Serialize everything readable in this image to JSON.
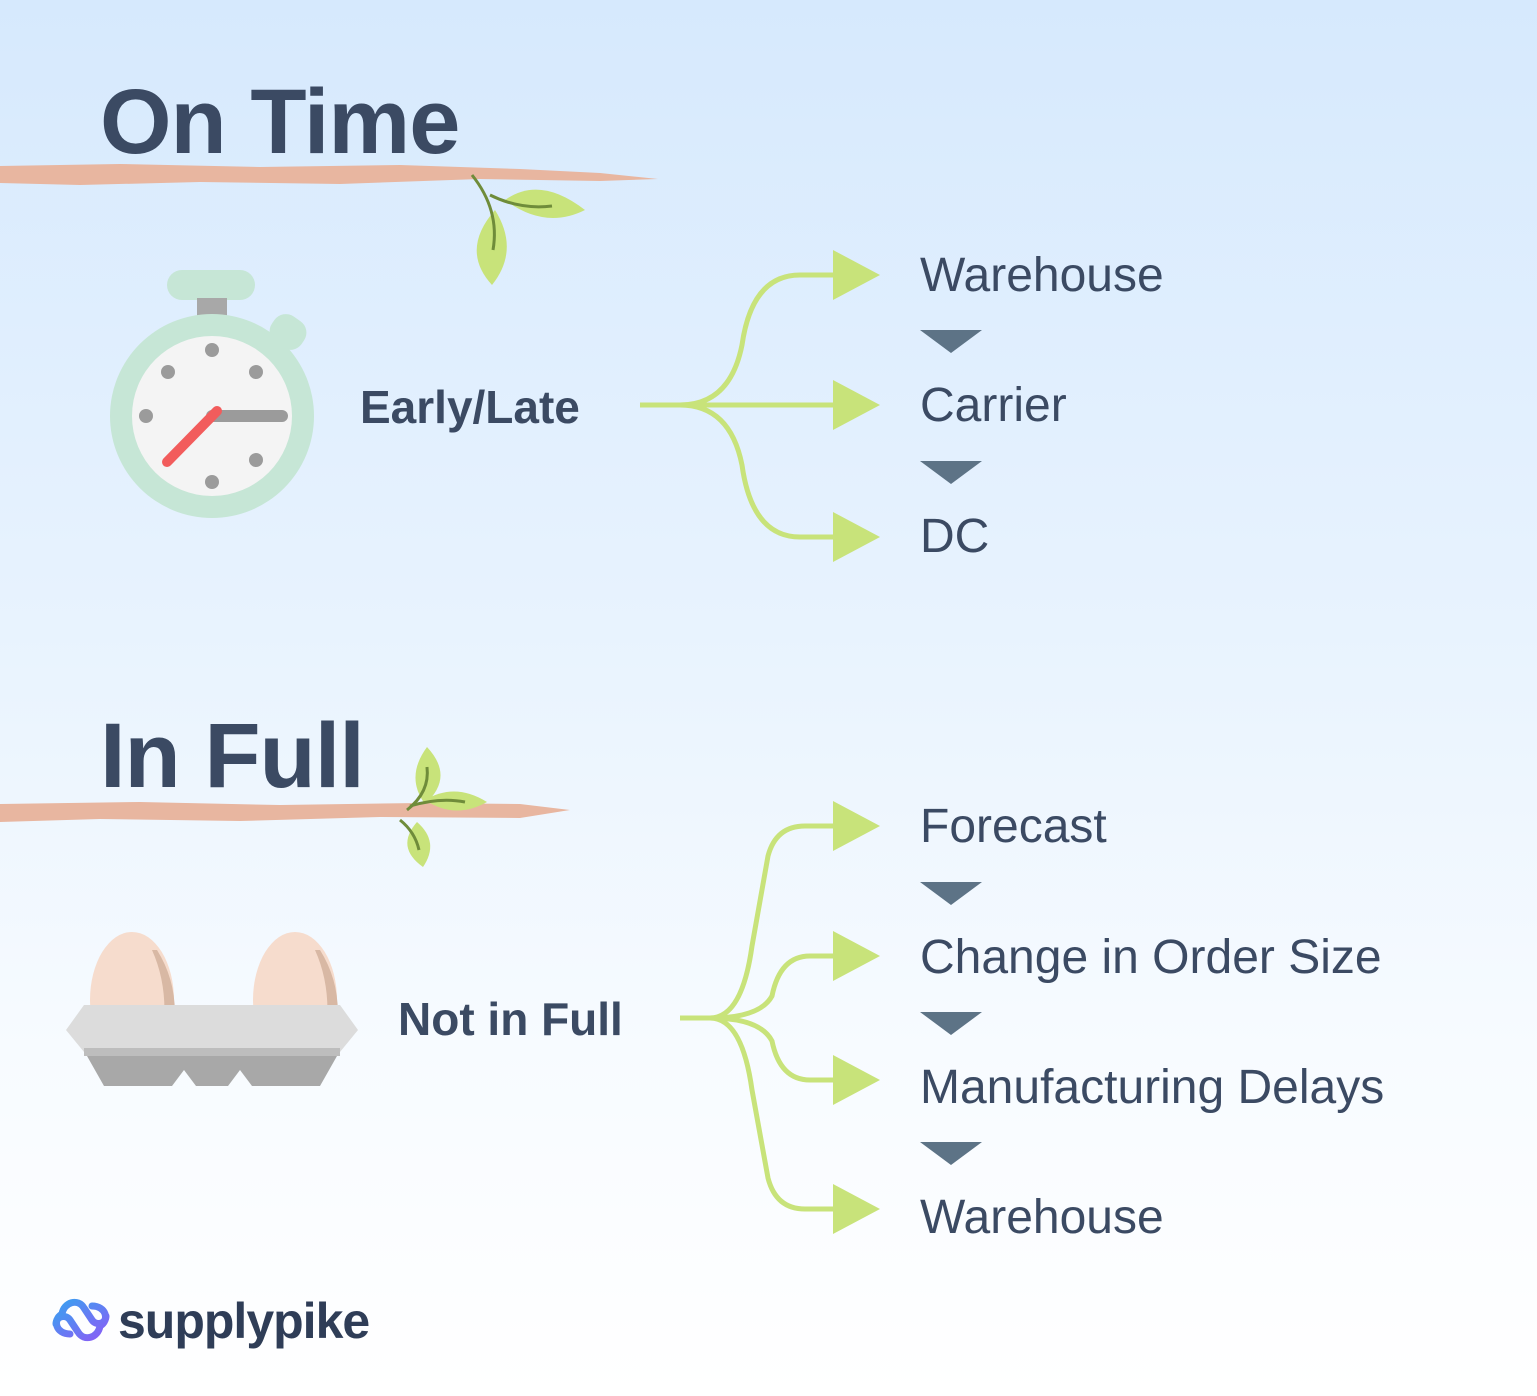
{
  "on_time": {
    "title": "On Time",
    "driver": "Early/Late",
    "branches": [
      "Warehouse",
      "Carrier",
      "DC"
    ]
  },
  "in_full": {
    "title": "In Full",
    "driver": "Not in Full",
    "branches": [
      "Forecast",
      "Change in Order Size",
      "Manufacturing Delays",
      "Warehouse"
    ]
  },
  "brand": {
    "name": "supplypike"
  },
  "colors": {
    "title": "#3b4a63",
    "brush_stroke": "#e8b6a0",
    "branch_line": "#c8e37a",
    "arrow_head": "#c8e37a",
    "down_arrow": "#5d7386",
    "leaf": "#c8e37a",
    "stopwatch_ring": "#c6e6d6",
    "clock_hand": "#f25c5c",
    "egg": "#f6dccd",
    "carton": "#dcdcdc",
    "logo_gradient_start": "#3aa0f0",
    "logo_gradient_end": "#8a5cf6"
  },
  "icons": [
    "stopwatch-icon",
    "egg-carton-icon",
    "leaf-sprig-icon",
    "supplypike-logo-icon"
  ]
}
